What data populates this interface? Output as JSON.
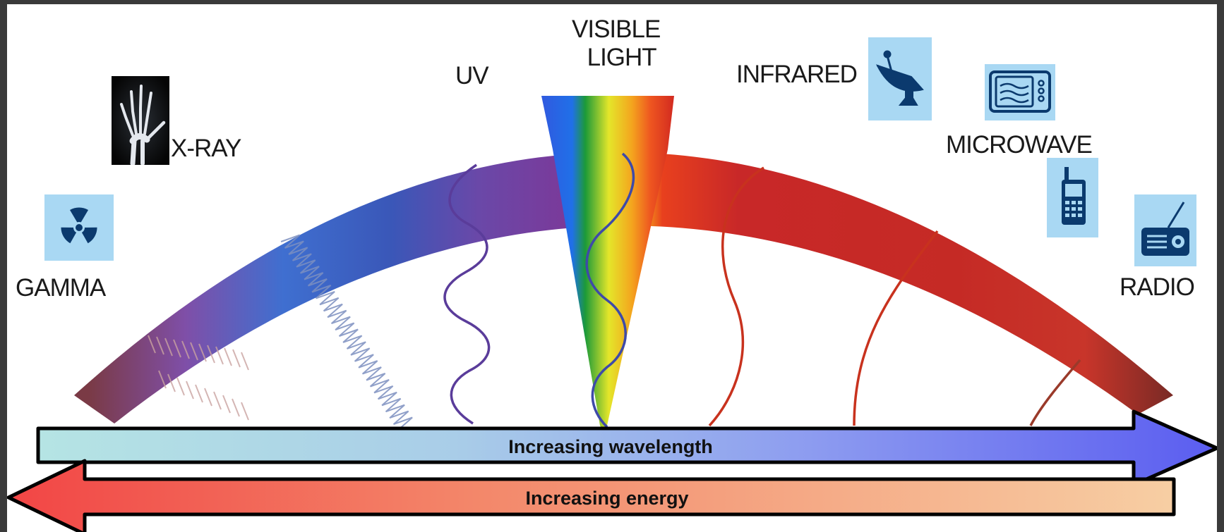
{
  "bands": {
    "gamma": "GAMMA",
    "xray": "X-RAY",
    "uv": "UV",
    "visible_line1": "VISIBLE",
    "visible_line2": "LIGHT",
    "infrared": "INFRARED",
    "microwave": "MICROWAVE",
    "radio": "RADIO"
  },
  "arrows": {
    "wavelength": "Increasing wavelength",
    "energy": "Increasing energy"
  },
  "icons": {
    "gamma": "radiation-icon",
    "xray": "xray-hand-icon",
    "infrared": "satellite-dish-icon",
    "microwave_oven": "microwave-oven-icon",
    "microwave_phone": "cell-phone-icon",
    "radio": "radio-icon"
  },
  "colors": {
    "icon_bg": "#a9d8f3",
    "icon_fg": "#0b3a6e",
    "wavelength_arrow_start": "#b7e3e6",
    "wavelength_arrow_end": "#5a5cf0",
    "energy_arrow_start": "#f24a4a",
    "energy_arrow_end": "#f7cba0",
    "wave_red": "#c8321e",
    "wave_purple": "#5a3c9a"
  }
}
